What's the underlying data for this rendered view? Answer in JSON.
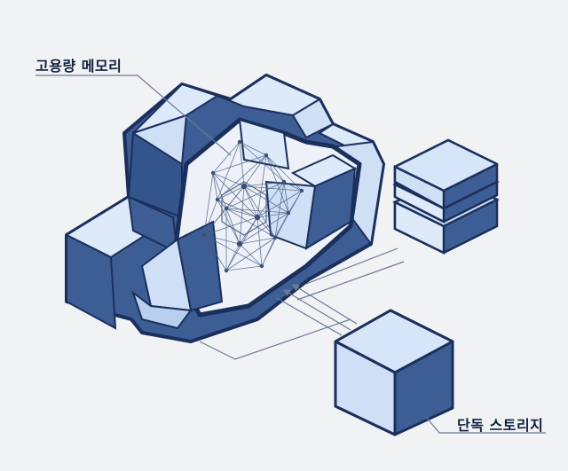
{
  "labels": {
    "high_capacity_memory": "고용량 메모리",
    "standalone_storage": "단독 스토리지"
  },
  "colors": {
    "background": "#f1f2f4",
    "light_face": "#cfe0f6",
    "mid_face": "#8aa6cf",
    "dark_face": "#3d5e95",
    "outline": "#1b2f5c",
    "network_line": "#4a5f86",
    "leader_line": "#6b7a93"
  },
  "icons": {
    "cloud": "cloud-cube-structure",
    "network": "neural-network-mesh",
    "disk_stack": "stacked-disk-icon",
    "storage_cube": "storage-cube-icon",
    "arrows": "data-flow-arrows"
  }
}
